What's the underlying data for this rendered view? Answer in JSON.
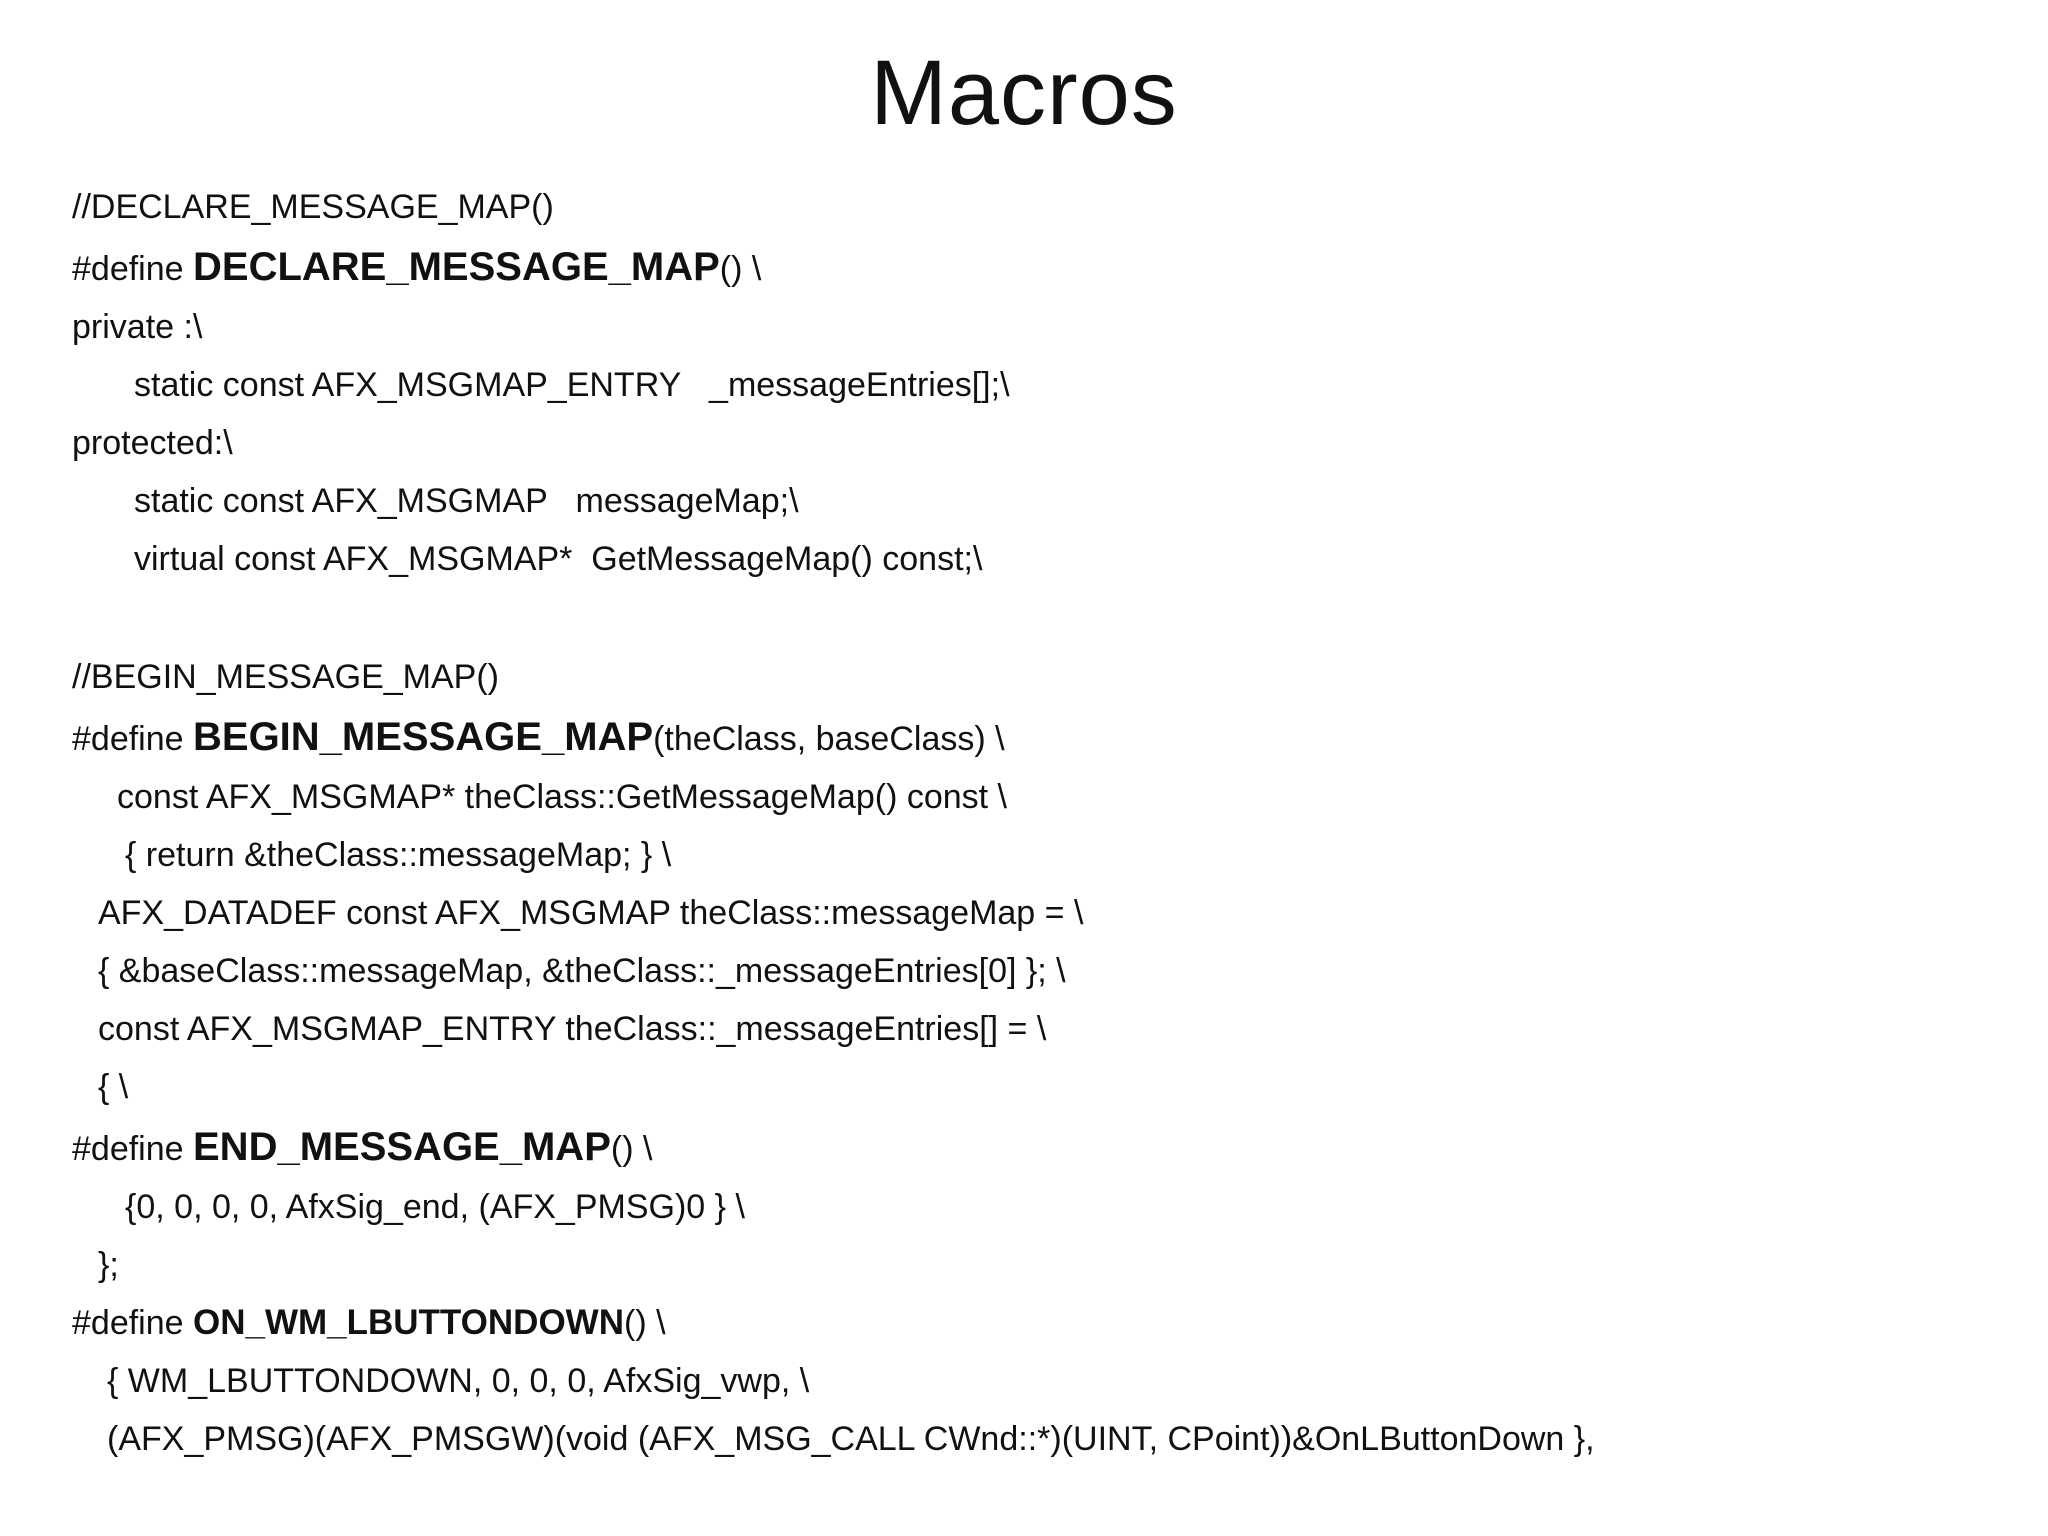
{
  "title": "Macros",
  "lines": {
    "l01": "//DECLARE_MESSAGE_MAP()",
    "l02_pre": "#define ",
    "l02_kw": "DECLARE_MESSAGE_MAP",
    "l02_post": "() \\",
    "l03": "private :\\",
    "l04": "static const AFX_MSGMAP_ENTRY   _messageEntries[];\\",
    "l05": "protected:\\",
    "l06": "static const AFX_MSGMAP   messageMap;\\",
    "l07": "virtual const AFX_MSGMAP*  GetMessageMap() const;\\",
    "l08": "//BEGIN_MESSAGE_MAP()",
    "l09_pre": "#define ",
    "l09_kw": "BEGIN_MESSAGE_MAP",
    "l09_post": "(theClass, baseClass) \\",
    "l10": "const AFX_MSGMAP* theClass::GetMessageMap() const \\",
    "l11": "{ return &theClass::messageMap; } \\",
    "l12": "AFX_DATADEF const AFX_MSGMAP theClass::messageMap = \\",
    "l13": "{ &baseClass::messageMap, &theClass::_messageEntries[0] }; \\",
    "l14": "const AFX_MSGMAP_ENTRY theClass::_messageEntries[] = \\",
    "l15": "{ \\",
    "l16_pre": "#define ",
    "l16_kw": "END_MESSAGE_MAP",
    "l16_post": "() \\",
    "l17": "{0, 0, 0, 0, AfxSig_end, (AFX_PMSG)0 } \\",
    "l18": "};",
    "l19_pre": "#define ",
    "l19_kw": "ON_WM_LBUTTONDOWN",
    "l19_post": "() \\",
    "l20": "{ WM_LBUTTONDOWN, 0, 0, 0, AfxSig_vwp, \\",
    "l21": "(AFX_PMSG)(AFX_PMSGW)(void (AFX_MSG_CALL CWnd::*)(UINT, CPoint))&OnLButtonDown },"
  }
}
